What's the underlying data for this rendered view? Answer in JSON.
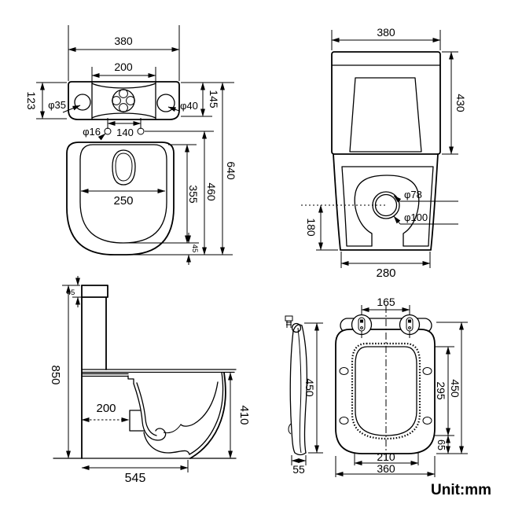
{
  "drawing": {
    "unit_label": "Unit:mm",
    "plan_view": {
      "tank_width": "380",
      "valve_span": "200",
      "tank_depth_left": "123",
      "left_hole_dia": "φ35",
      "right_hole_dia": "φ40",
      "tank_depth_right": "145",
      "fix_hole_dia": "φ16",
      "fix_hole_span": "140",
      "bowl_inner_width": "250",
      "bowl_inner_depth": "355",
      "bowl_depth": "460",
      "overall_depth": "640",
      "rim_lip": "45"
    },
    "front_view": {
      "width": "380",
      "tank_height": "430",
      "inner_outlet_dia": "φ78",
      "outer_outlet_dia": "φ100",
      "outlet_center_height": "180",
      "base_width": "280"
    },
    "side_view": {
      "lid_thickness": "45",
      "overall_height": "850",
      "rough_in": "200",
      "bowl_height": "410",
      "overall_depth": "545"
    },
    "seat_side_view": {
      "length": "450",
      "thickness": "55"
    },
    "seat_plan_view": {
      "hinge_span": "165",
      "opening_length": "295",
      "overall_length": "450",
      "front_margin": "65",
      "opening_width": "210",
      "overall_width": "360"
    }
  }
}
